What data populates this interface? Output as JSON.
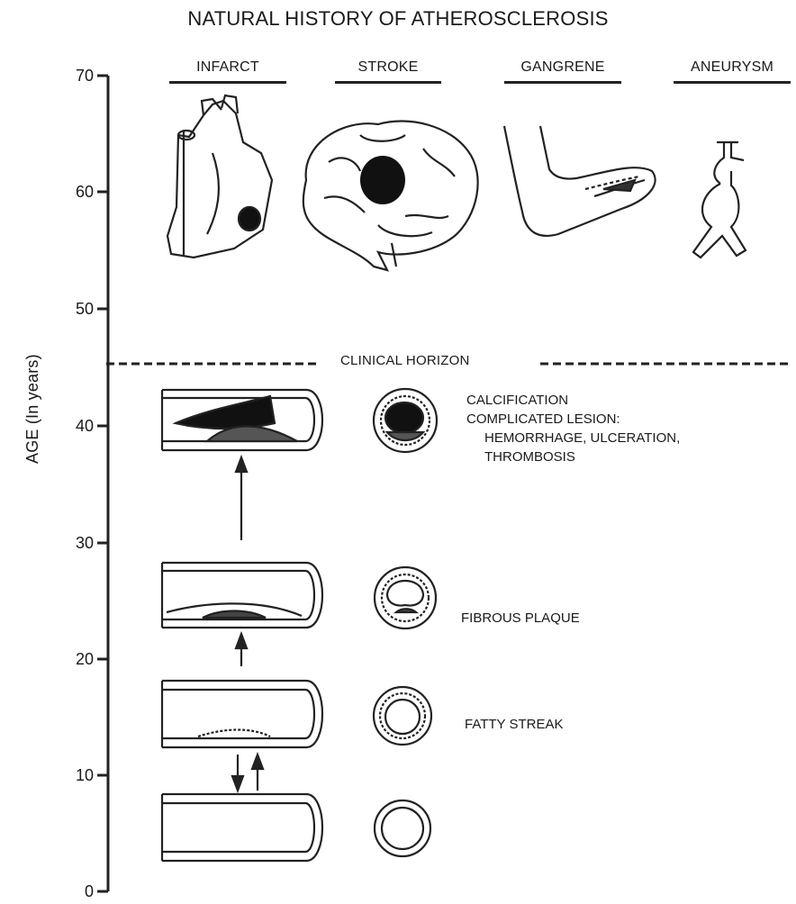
{
  "title": "NATURAL HISTORY OF ATHEROSCLEROSIS",
  "outcomes": [
    "INFARCT",
    "STROKE",
    "GANGRENE",
    "ANEURYSM"
  ],
  "clinical_horizon": "CLINICAL HORIZON",
  "y_axis": {
    "label": "AGE (In years)",
    "ticks": [
      "70",
      "60",
      "50",
      "40",
      "30",
      "20",
      "10",
      "0"
    ]
  },
  "stages": {
    "complicated": [
      "CALCIFICATION",
      "COMPLICATED LESION:",
      "HEMORRHAGE, ULCERATION,",
      "THROMBOSIS"
    ],
    "fibrous": "FIBROUS PLAQUE",
    "fatty": "FATTY STREAK"
  }
}
